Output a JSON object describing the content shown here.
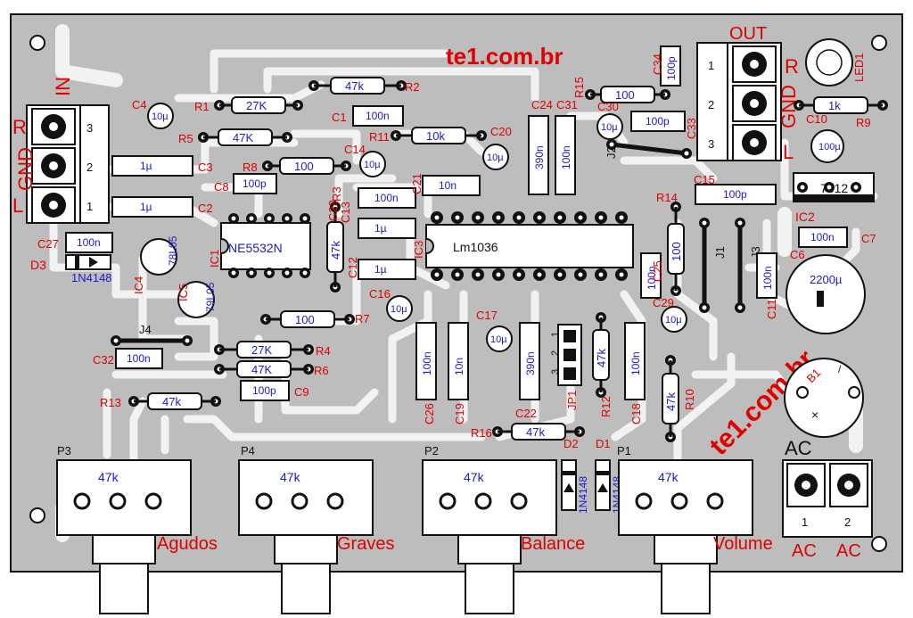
{
  "colors": {
    "board": "#bdbdbd",
    "trace": "#f2f2f2",
    "label_red": "#e00000",
    "label_blue": "#1a1acc",
    "ink": "#111111"
  },
  "brand": {
    "top": "te1.com.br",
    "diagonal": "te1.com.br"
  },
  "connectors": {
    "in_title": "IN",
    "in_r": "R",
    "in_gnd": "GND",
    "in_l": "L",
    "in_pin3": "3",
    "in_pin2": "2",
    "in_pin1": "1",
    "out_title": "OUT",
    "out_r": "R",
    "out_gnd": "GND",
    "out_l": "L",
    "out_pin1": "1",
    "out_pin2": "2",
    "out_pin3": "3",
    "ac_title": "AC",
    "ac_pin1": "1",
    "ac_pin2": "2",
    "ac_left": "AC",
    "ac_right": "AC"
  },
  "ics": {
    "ic1_ref": "IC1",
    "ic1_part": "NE5532N",
    "ic3_ref": "IC3",
    "ic3_part": "Lm1036",
    "ic2_ref": "IC2",
    "ic2_part": "7812",
    "ic4_ref": "IC4",
    "ic4_part": "78L05",
    "ic5_ref": "IC5",
    "ic5_part": "79L05"
  },
  "resistors": [
    {
      "ref": "R1",
      "value": "27K"
    },
    {
      "ref": "R2",
      "value": "47k"
    },
    {
      "ref": "R5",
      "value": "47K"
    },
    {
      "ref": "R8",
      "value": "100"
    },
    {
      "ref": "R11",
      "value": "10k"
    },
    {
      "ref": "R15",
      "value": "100"
    },
    {
      "ref": "R9",
      "value": "1k"
    },
    {
      "ref": "R3",
      "value": "47k"
    },
    {
      "ref": "R14",
      "value": "100"
    },
    {
      "ref": "R7",
      "value": "100"
    },
    {
      "ref": "R4",
      "value": "27K"
    },
    {
      "ref": "R6",
      "value": "47K"
    },
    {
      "ref": "R13",
      "value": "47k"
    },
    {
      "ref": "R12",
      "value": "47k"
    },
    {
      "ref": "R10",
      "value": "47k"
    },
    {
      "ref": "R16",
      "value": "47k"
    }
  ],
  "capacitors": [
    {
      "ref": "C1",
      "value": "100n"
    },
    {
      "ref": "C3",
      "value": "1µ"
    },
    {
      "ref": "C2",
      "value": "1µ"
    },
    {
      "ref": "C4",
      "value": "10µ"
    },
    {
      "ref": "C8",
      "value": "100p"
    },
    {
      "ref": "C14",
      "value": "10µ"
    },
    {
      "ref": "C13",
      "value": "100n"
    },
    {
      "ref": "C23",
      "value": "1µ"
    },
    {
      "ref": "C12",
      "value": "1µ"
    },
    {
      "ref": "C21",
      "value": "10n"
    },
    {
      "ref": "C20",
      "value": "10µ"
    },
    {
      "ref": "C24",
      "value": "390n"
    },
    {
      "ref": "C31",
      "value": "100n"
    },
    {
      "ref": "C30",
      "value": "10µ"
    },
    {
      "ref": "C33",
      "value": "100p"
    },
    {
      "ref": "C34",
      "value": "100p"
    },
    {
      "ref": "C10",
      "value": "100µ"
    },
    {
      "ref": "C15",
      "value": "100p"
    },
    {
      "ref": "C7",
      "value": "100n"
    },
    {
      "ref": "C6",
      "value": "2200µ"
    },
    {
      "ref": "C11",
      "value": "100n"
    },
    {
      "ref": "C25",
      "value": "100n"
    },
    {
      "ref": "C29",
      "value": "10µ"
    },
    {
      "ref": "C27",
      "value": "100n"
    },
    {
      "ref": "C16",
      "value": "10µ"
    },
    {
      "ref": "C17",
      "value": "10µ"
    },
    {
      "ref": "C32",
      "value": "100n"
    },
    {
      "ref": "C9",
      "value": "100p"
    },
    {
      "ref": "C26",
      "value": "100n"
    },
    {
      "ref": "C19",
      "value": "10n"
    },
    {
      "ref": "C22",
      "value": "390n"
    },
    {
      "ref": "C18",
      "value": "100n"
    }
  ],
  "diodes": {
    "d3_ref": "D3",
    "d3_part": "1N4148",
    "d1_ref": "D1",
    "d1_part": "1N4148",
    "d2_ref": "D2",
    "d2_part": "1N4148"
  },
  "jumpers": {
    "j1": "J1",
    "j2": "J2",
    "j3": "J3",
    "j4": "J4",
    "jp1": "JP1",
    "jp1_p1": "1",
    "jp1_p2": "2",
    "jp1_p3": "3"
  },
  "misc": {
    "b1": "B1",
    "led1": "LED1"
  },
  "pots": [
    {
      "ref": "P3",
      "value": "47k",
      "name": "Agudos"
    },
    {
      "ref": "P4",
      "value": "47k",
      "name": "Graves"
    },
    {
      "ref": "P2",
      "value": "47k",
      "name": "Balance"
    },
    {
      "ref": "P1",
      "value": "47k",
      "name": "Volume"
    }
  ]
}
